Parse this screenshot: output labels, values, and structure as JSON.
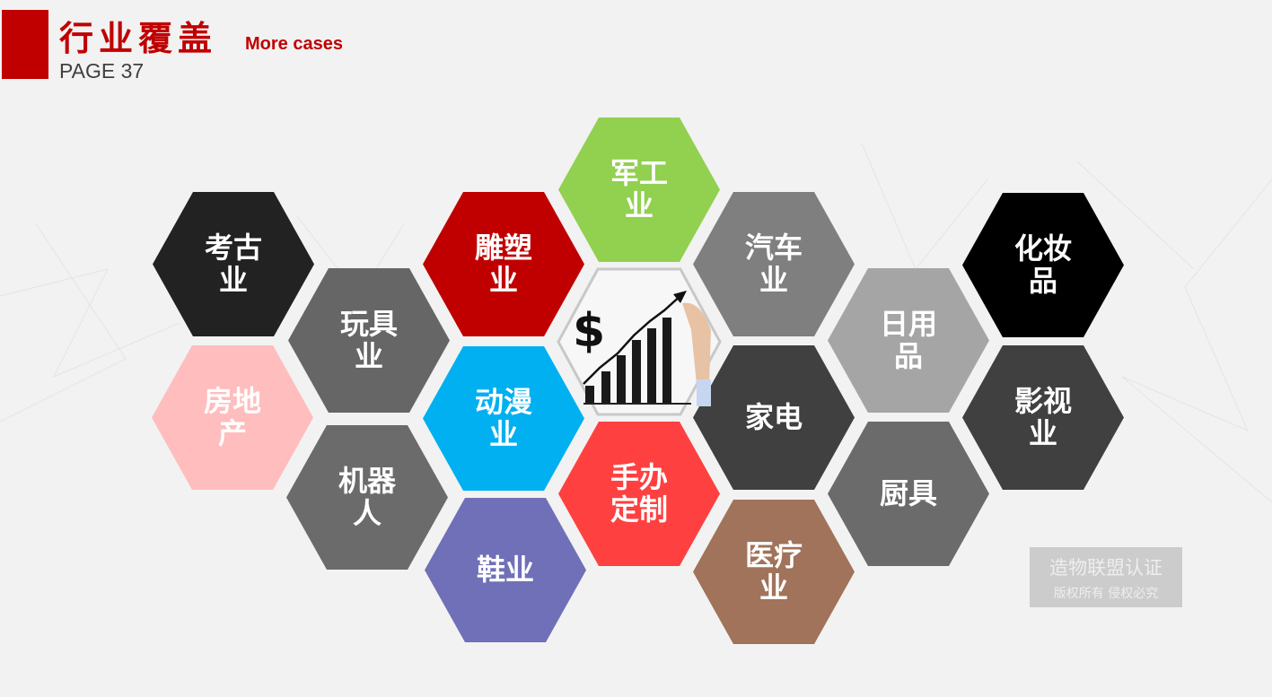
{
  "header": {
    "title": "行业覆盖",
    "subtitle": "More cases",
    "page": "PAGE 37"
  },
  "hexagons": [
    {
      "label": "考古业",
      "color": "#222222"
    },
    {
      "label": "玩具业",
      "color": "#666666"
    },
    {
      "label": "房地产",
      "color": "#ffbdbd"
    },
    {
      "label": "机器人",
      "color": "#6b6b6b"
    },
    {
      "label": "雕塑业",
      "color": "#c00000"
    },
    {
      "label": "动漫业",
      "color": "#00b0f0"
    },
    {
      "label": "鞋业",
      "color": "#7070b8"
    },
    {
      "label": "军工业",
      "color": "#92d050"
    },
    {
      "label": "手办定制",
      "color": "#ff4040"
    },
    {
      "label": "汽车业",
      "color": "#7f7f7f"
    },
    {
      "label": "家电",
      "color": "#404040"
    },
    {
      "label": "医疗业",
      "color": "#a0735a"
    },
    {
      "label": "日用品",
      "color": "#a5a5a5"
    },
    {
      "label": "厨具",
      "color": "#6b6b6b"
    },
    {
      "label": "化妆品",
      "color": "#000000"
    },
    {
      "label": "影视业",
      "color": "#404040"
    }
  ],
  "watermark": {
    "line1": "造物联盟认证",
    "line2": "版权所有  侵权必究"
  }
}
